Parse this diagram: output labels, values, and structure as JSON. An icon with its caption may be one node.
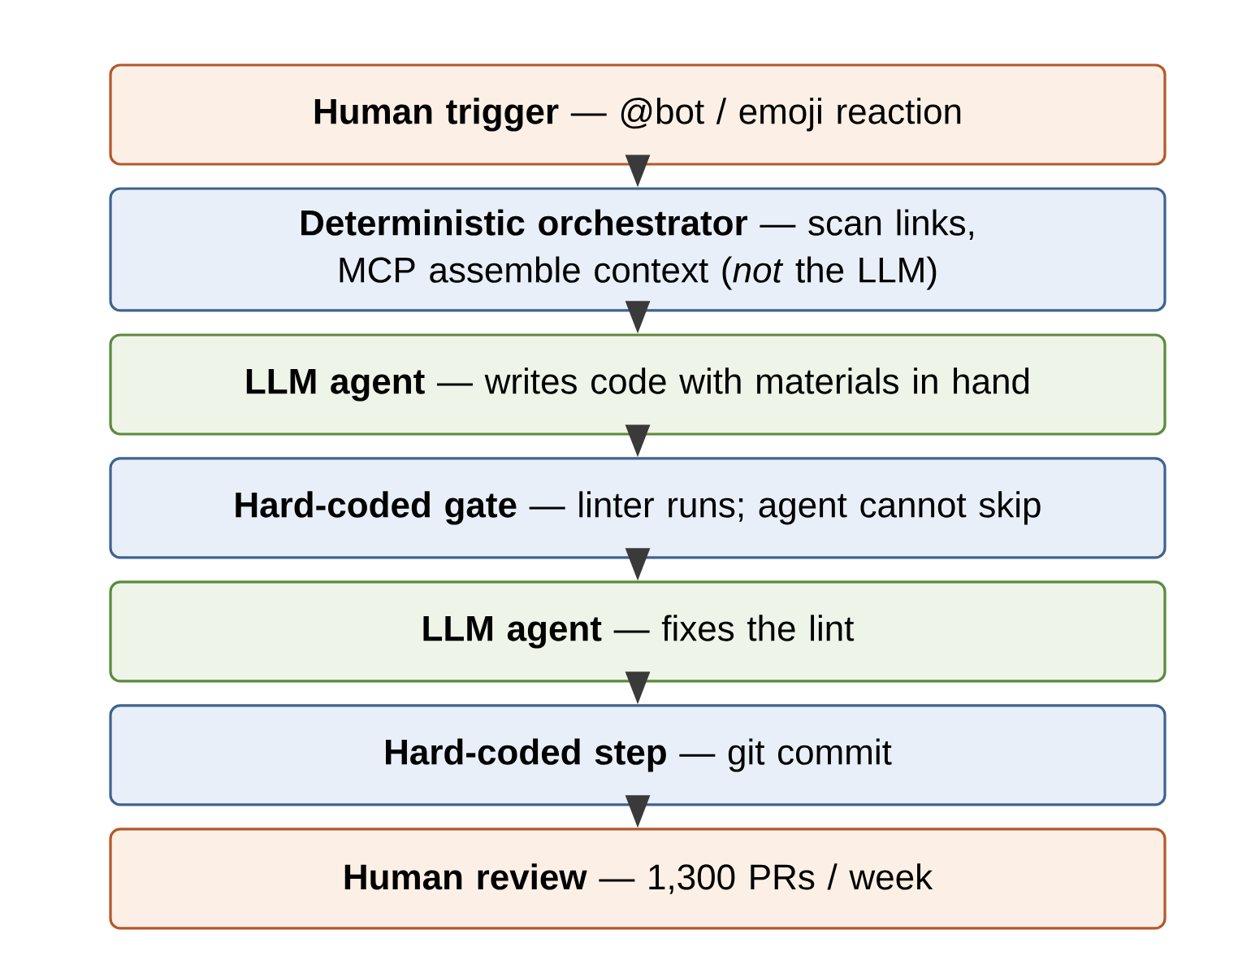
{
  "diagram": {
    "nodes": [
      {
        "text": [
          "**Human trigger** — @bot / emoji reaction"
        ]
      },
      {
        "text": [
          "**Deterministic orchestrator** — scan links, MCP assemble context (*not* the LLM)"
        ]
      },
      {
        "text": [
          "**LLM agent** — writes code with materials in hand"
        ]
      },
      {
        "text": [
          "**Hard-coded gate** — linter runs; agent cannot skip"
        ]
      },
      {
        "text": [
          "**LLM agent** — fixes the lint"
        ]
      },
      {
        "text": [
          "**Hard-coded step** — git commit"
        ]
      },
      {
        "text": [
          "**Human review** — 1,300 PRs / week"
        ]
      }
    ],
    "edges": [
      {
        "from": 0,
        "to": 1,
        "arrow": "to"
      },
      {
        "from": 1,
        "to": 2,
        "arrow": "to"
      },
      {
        "from": 2,
        "to": 3,
        "arrow": "to"
      },
      {
        "from": 3,
        "to": 4,
        "arrow": "to"
      },
      {
        "from": 4,
        "to": 5,
        "arrow": "to"
      },
      {
        "from": 5,
        "to": 6,
        "arrow": "to"
      }
    ]
  }
}
